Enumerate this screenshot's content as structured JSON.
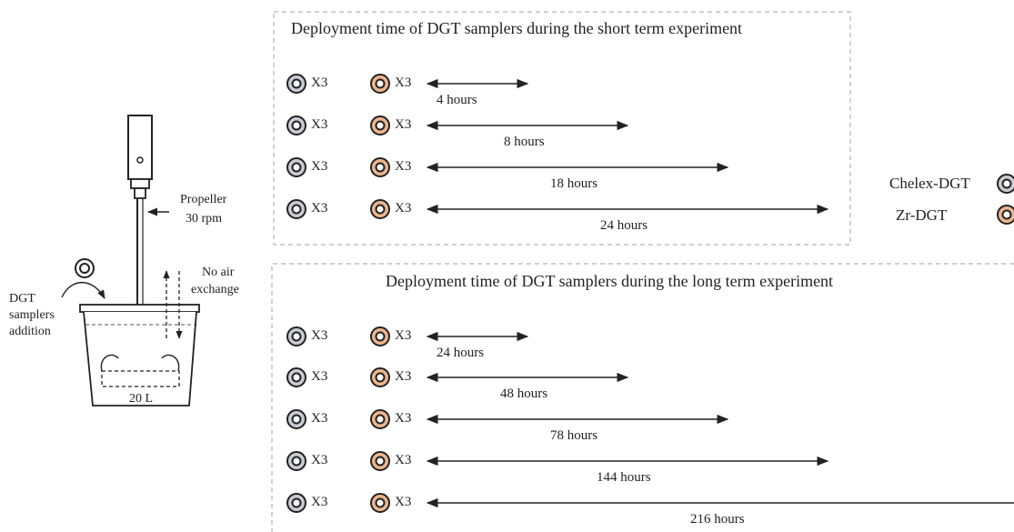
{
  "setup": {
    "propeller_label": "Propeller",
    "propeller_speed": "30 rpm",
    "air_label_1": "No air",
    "air_label_2": "exchange",
    "samplers_label_1": "DGT",
    "samplers_label_2": "samplers",
    "samplers_label_3": "addition",
    "volume_label": "20 L"
  },
  "short_term": {
    "title": "Deployment time of DGT samplers during the short term experiment",
    "rows": [
      {
        "chelex_count": "X3",
        "zr_count": "X3",
        "duration": "4 hours"
      },
      {
        "chelex_count": "X3",
        "zr_count": "X3",
        "duration": "8 hours"
      },
      {
        "chelex_count": "X3",
        "zr_count": "X3",
        "duration": "18 hours"
      },
      {
        "chelex_count": "X3",
        "zr_count": "X3",
        "duration": "24 hours"
      }
    ]
  },
  "long_term": {
    "title": "Deployment time of DGT samplers during the long term experiment",
    "rows": [
      {
        "chelex_count": "X3",
        "zr_count": "X3",
        "duration": "24 hours"
      },
      {
        "chelex_count": "X3",
        "zr_count": "X3",
        "duration": "48 hours"
      },
      {
        "chelex_count": "X3",
        "zr_count": "X3",
        "duration": "78 hours"
      },
      {
        "chelex_count": "X3",
        "zr_count": "X3",
        "duration": "144 hours"
      },
      {
        "chelex_count": "X3",
        "zr_count": "X3",
        "duration": "216 hours"
      }
    ]
  },
  "legend": {
    "chelex": "Chelex-DGT",
    "zr": "Zr-DGT"
  },
  "colors": {
    "chelex_ring": "#c9ccd4",
    "zr_ring": "#eeb58e",
    "outline": "#222222",
    "dashed_box": "#b4b4b4"
  }
}
